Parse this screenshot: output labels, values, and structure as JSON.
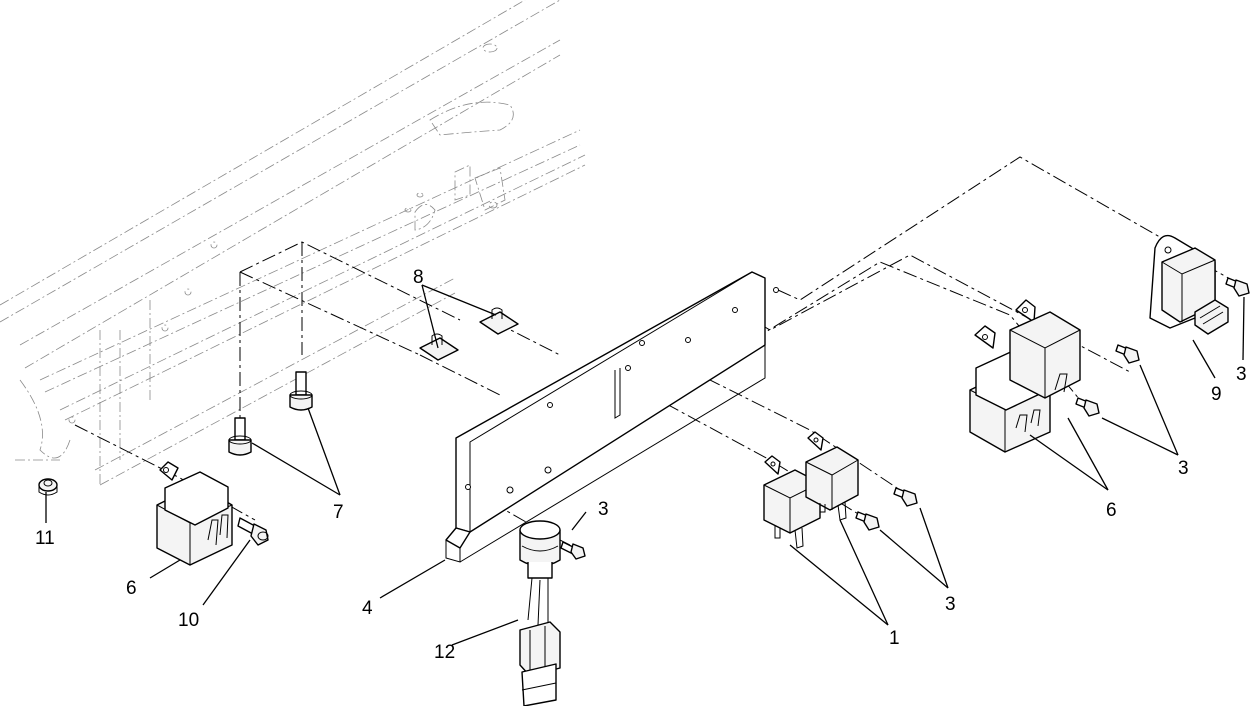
{
  "callouts": {
    "c1": "1",
    "c3a": "3",
    "c3b": "3",
    "c3c": "3",
    "c3d": "3",
    "c4": "4",
    "c6a": "6",
    "c6b": "6",
    "c7": "7",
    "c8": "8",
    "c9": "9",
    "c10": "10",
    "c11": "11",
    "c12": "12"
  }
}
